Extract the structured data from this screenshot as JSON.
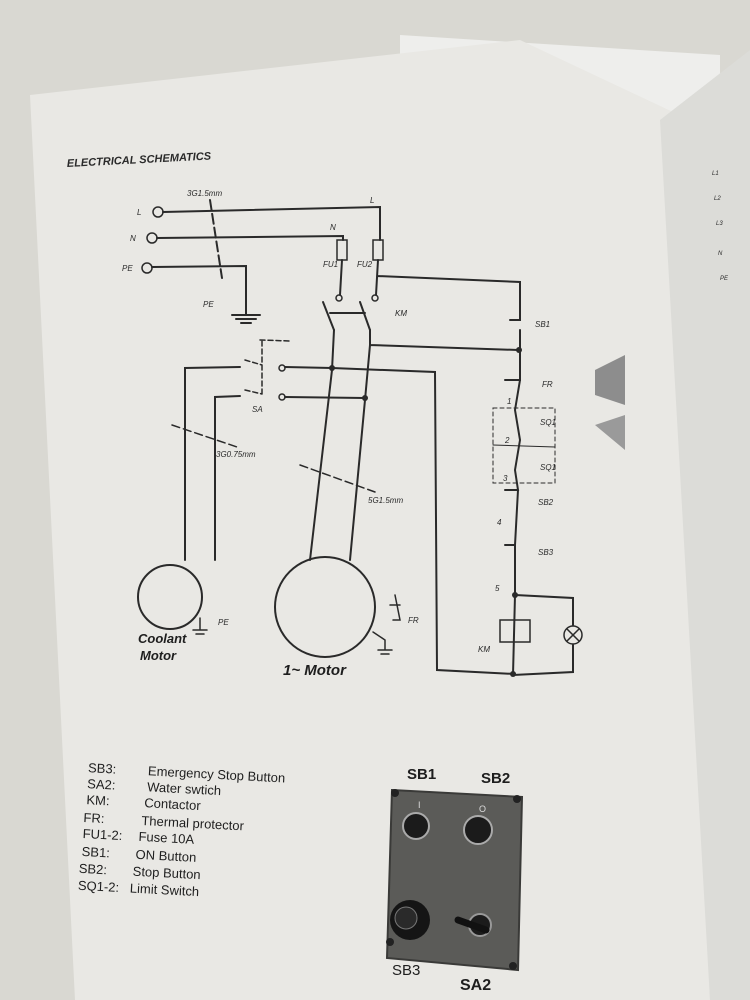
{
  "page": {
    "heading": "ELECTRICAL SCHEMATICS"
  },
  "schematic": {
    "cable_supply": "3G1.5mm",
    "cable_coolant": "3G0.75mm",
    "cable_motor": "5G1.5mm",
    "terminal_L": "L",
    "terminal_N": "N",
    "terminal_PE": "PE",
    "wire_L": "L",
    "wire_N": "N",
    "fu1": "FU1",
    "fu2": "FU2",
    "km_main": "KM",
    "pe_ground": "PE",
    "sa": "SA",
    "sb1": "SB1",
    "fr": "FR",
    "sq1_a": "SQ1",
    "sq1_b": "SQ1",
    "sb2": "SB2",
    "sb3": "SB3",
    "node_1": "1",
    "node_2": "2",
    "node_3": "3",
    "node_4": "4",
    "node_5": "5",
    "km_coil": "KM",
    "fr_motor": "FR",
    "coolant_pe": "PE",
    "coolant_motor_line1": "Coolant",
    "coolant_motor_line2": "Motor",
    "main_motor": "1~ Motor"
  },
  "legend": [
    {
      "code": "SB3:",
      "desc": "Emergency Stop Button"
    },
    {
      "code": "SA2:",
      "desc": "Water swtich"
    },
    {
      "code": "KM:",
      "desc": "Contactor"
    },
    {
      "code": "FR:",
      "desc": "Thermal protector"
    },
    {
      "code": "FU1-2:",
      "desc": "Fuse 10A"
    },
    {
      "code": "SB1:",
      "desc": "ON Button"
    },
    {
      "code": "SB2:",
      "desc": "Stop Button"
    },
    {
      "code": "SQ1-2:",
      "desc": "Limit Switch"
    }
  ],
  "panel": {
    "sb1": "SB1",
    "sb2": "SB2",
    "sb3": "SB3",
    "sa2": "SA2",
    "on_symbol": "I",
    "off_symbol": "O"
  },
  "right_page": {
    "labels": [
      "L1",
      "L2",
      "L3",
      "N",
      "PE"
    ]
  }
}
